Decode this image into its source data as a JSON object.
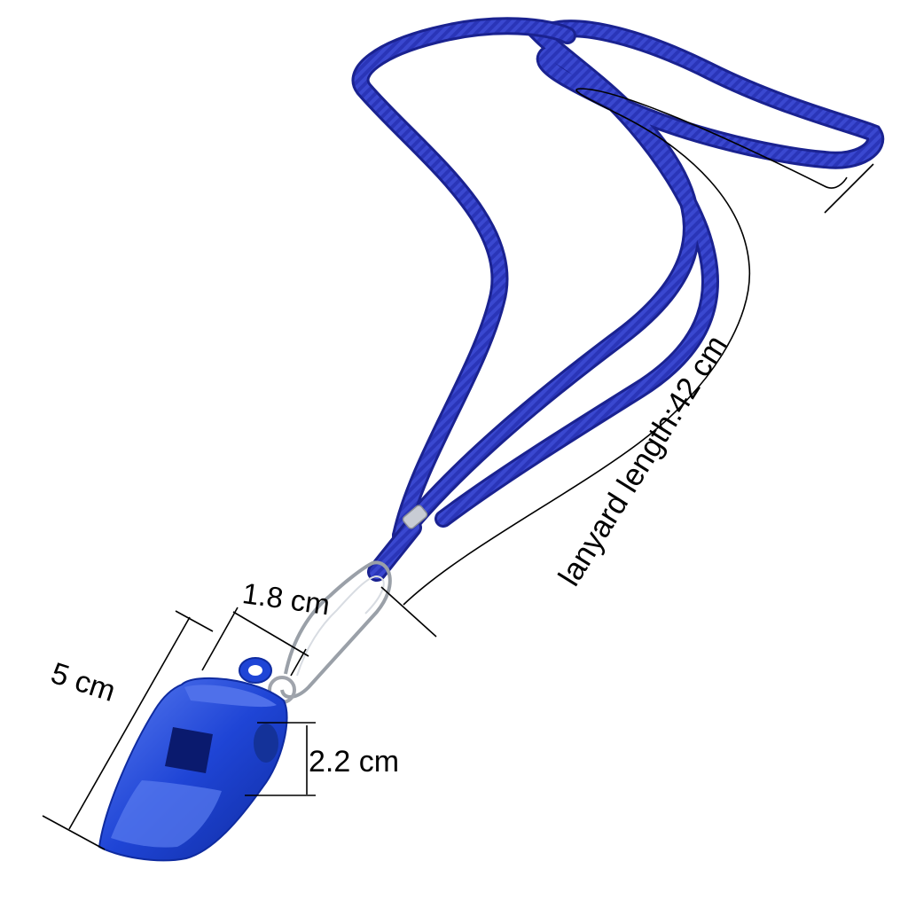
{
  "labels": {
    "whistle_width": "1.8 cm",
    "whistle_length": "5 cm",
    "whistle_thickness": "2.2 cm",
    "lanyard_length": "lanyard length:42 cm"
  },
  "colors": {
    "lanyard": "#2a35b8",
    "lanyard_dark": "#1a2290",
    "whistle": "#1f45d6",
    "whistle_highlight": "#5a7cf0",
    "whistle_dark": "#0f2ba0",
    "metal": "#b8bcc4",
    "dimension_line": "#000000",
    "background": "#ffffff"
  }
}
